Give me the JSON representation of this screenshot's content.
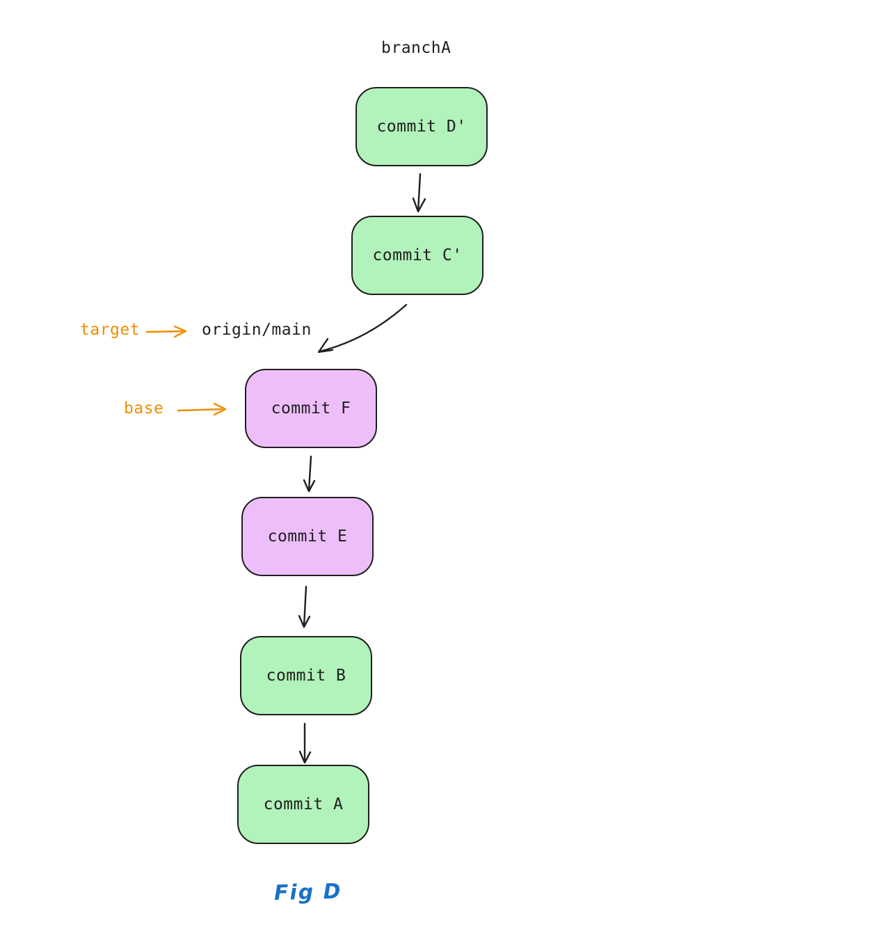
{
  "figure": {
    "branch_label": "branchA",
    "caption": "Fig D"
  },
  "annotations": {
    "target_label": "target",
    "target_ref": "origin/main",
    "base_label": "base"
  },
  "nodes": [
    {
      "id": "commit-d-prime",
      "label": "commit D'",
      "fill": "green"
    },
    {
      "id": "commit-c-prime",
      "label": "commit C'",
      "fill": "green"
    },
    {
      "id": "commit-f",
      "label": "commit F",
      "fill": "purple"
    },
    {
      "id": "commit-e",
      "label": "commit E",
      "fill": "purple"
    },
    {
      "id": "commit-b",
      "label": "commit B",
      "fill": "green"
    },
    {
      "id": "commit-a",
      "label": "commit A",
      "fill": "green"
    }
  ],
  "edges": [
    {
      "from": "commit-d-prime",
      "to": "commit-c-prime"
    },
    {
      "from": "commit-c-prime",
      "to": "commit-f"
    },
    {
      "from": "commit-f",
      "to": "commit-e"
    },
    {
      "from": "commit-e",
      "to": "commit-b"
    },
    {
      "from": "commit-b",
      "to": "commit-a"
    }
  ],
  "colors": {
    "green_fill": "#b2f2bb",
    "purple_fill": "#eebefa",
    "stroke": "#1e1e1e",
    "annotation_orange": "#f08c00",
    "caption_blue": "#1a71c7"
  }
}
